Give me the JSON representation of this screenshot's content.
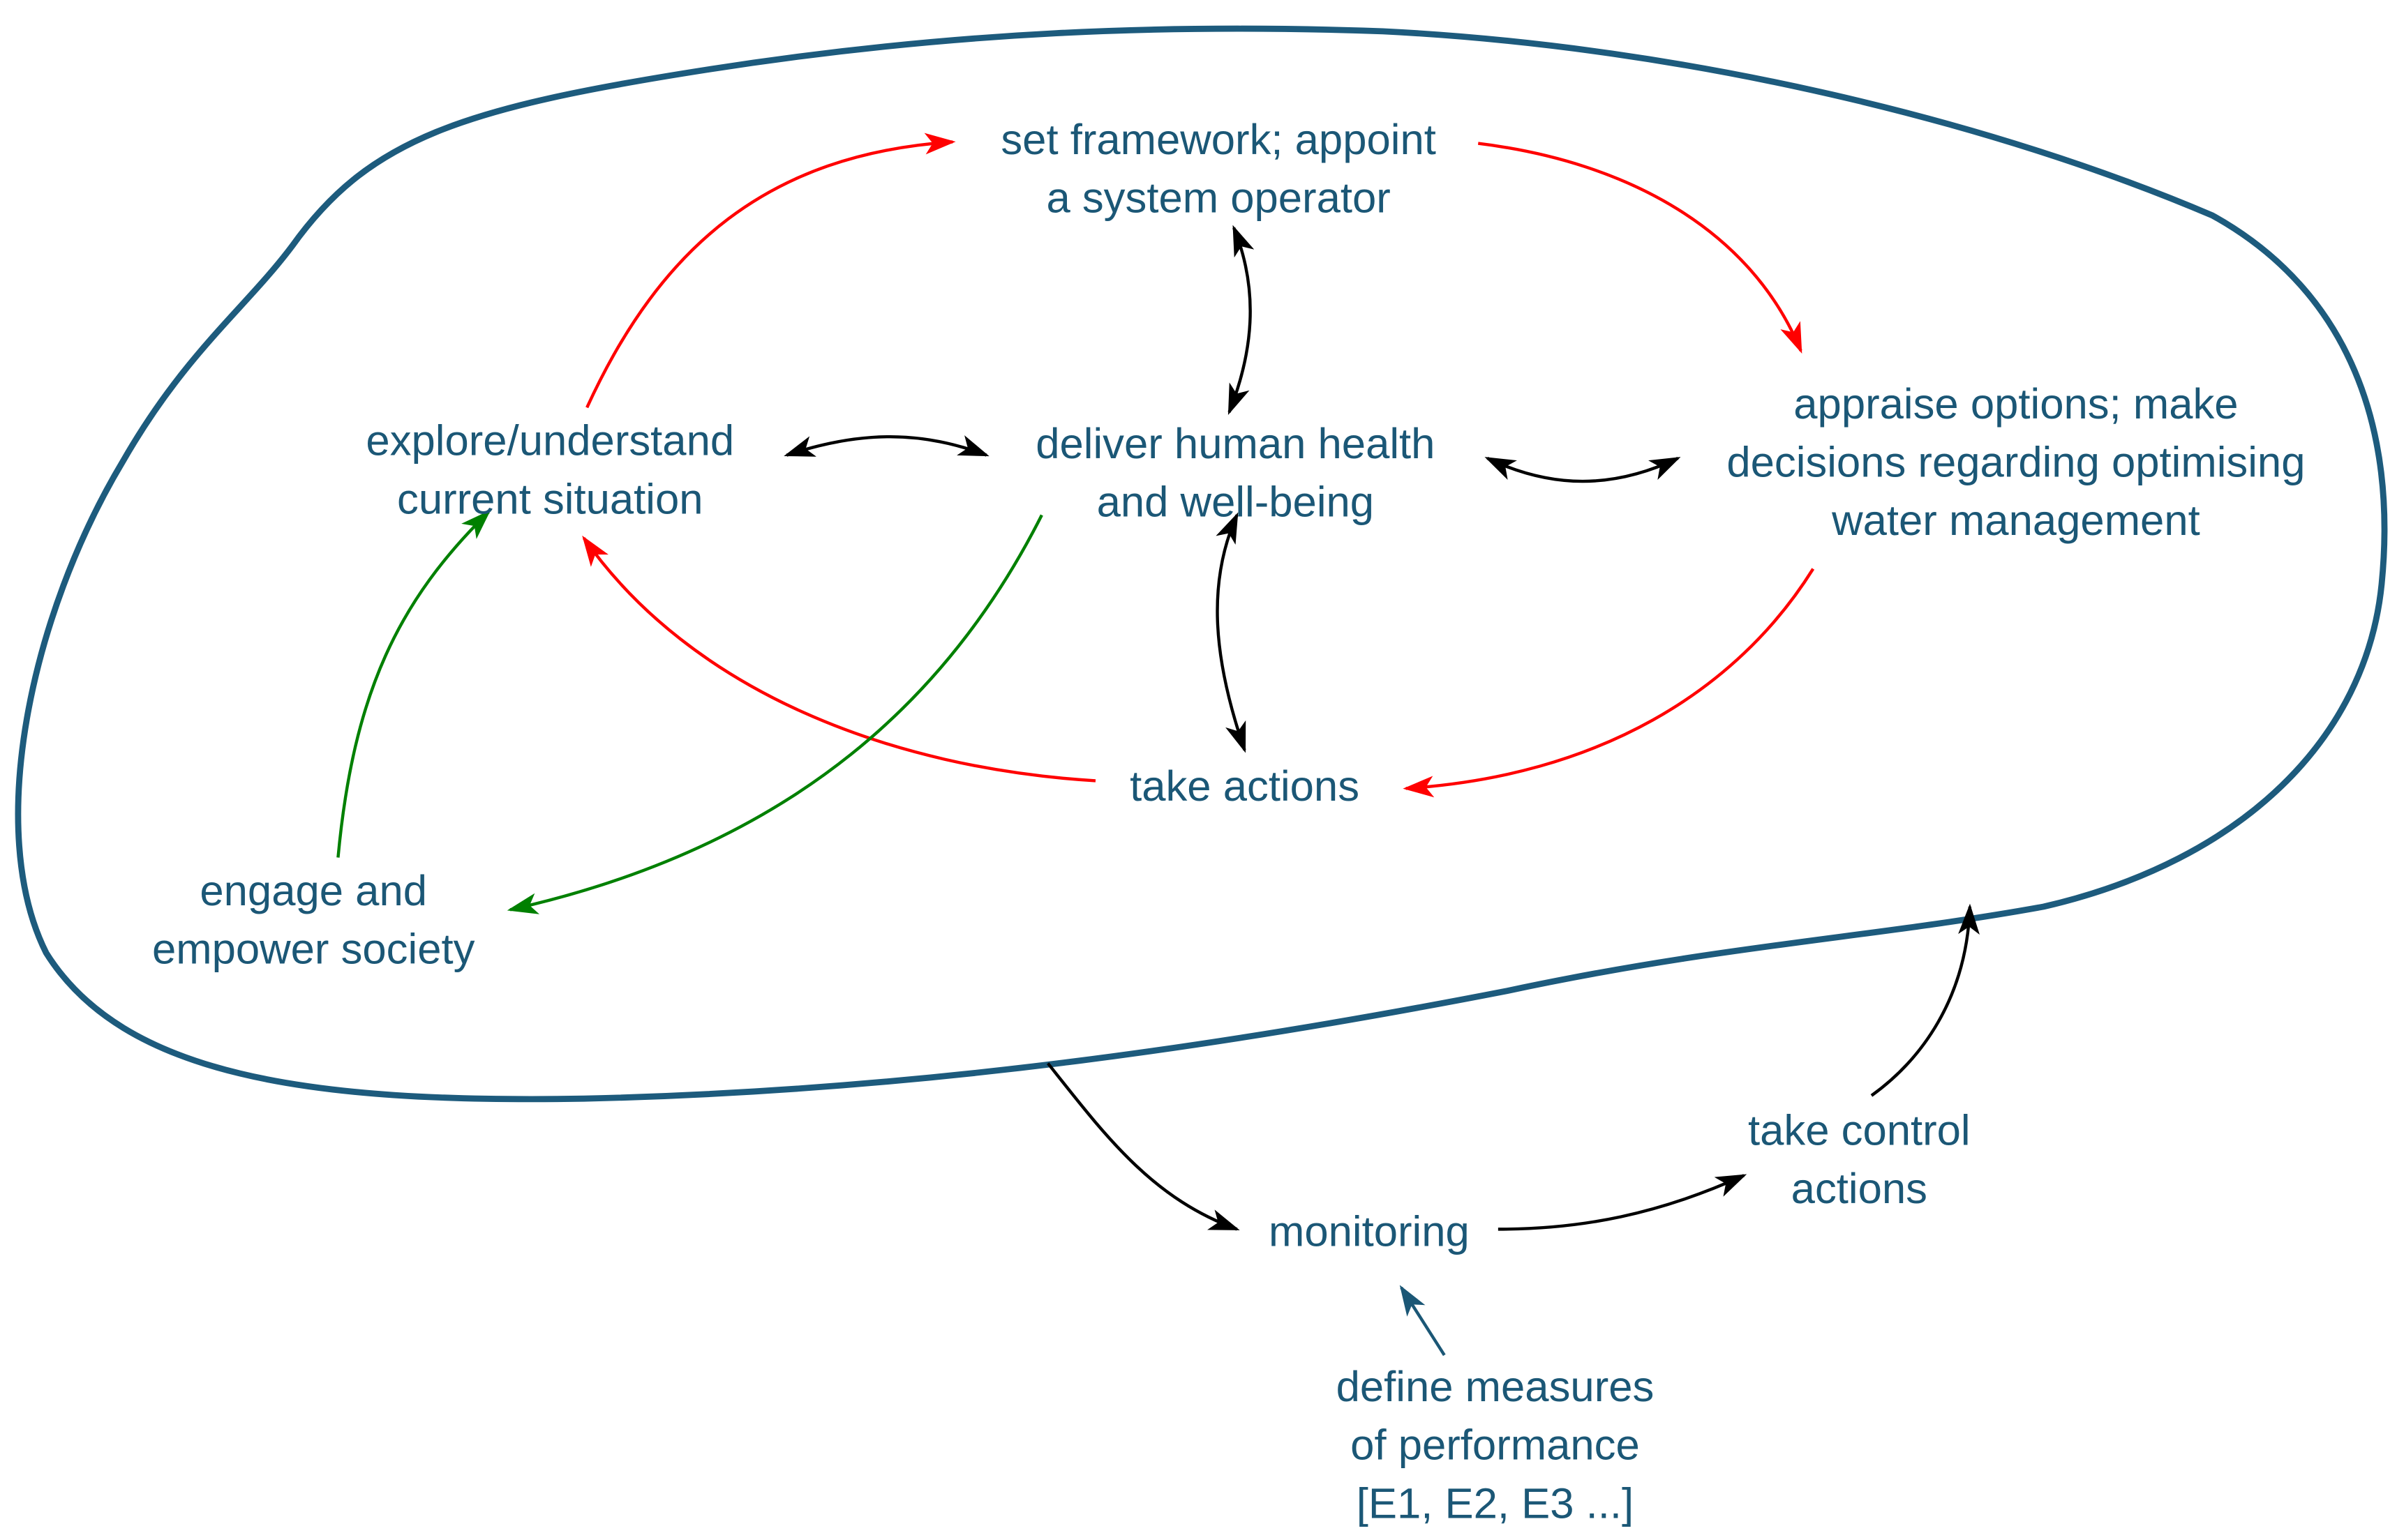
{
  "nodes": {
    "set_framework": [
      "set framework; appoint",
      "a system operator"
    ],
    "explore": [
      "explore/understand",
      "current situation"
    ],
    "deliver": [
      "deliver human health",
      "and well-being"
    ],
    "appraise": [
      "appraise options; make",
      "decisions regarding optimising",
      "water management"
    ],
    "take_actions": [
      "take actions"
    ],
    "engage": [
      "engage and",
      "empower society"
    ],
    "monitoring": [
      "monitoring"
    ],
    "take_control": [
      "take control",
      "actions"
    ],
    "define_measures": [
      "define measures",
      "of performance",
      "[E1, E2, E3 ...]"
    ]
  },
  "colors": {
    "text": "#1b5776",
    "boundary": "#1d5b7d",
    "main_cycle": "#ff0000",
    "society_cycle": "#008000",
    "links": "#000000"
  }
}
